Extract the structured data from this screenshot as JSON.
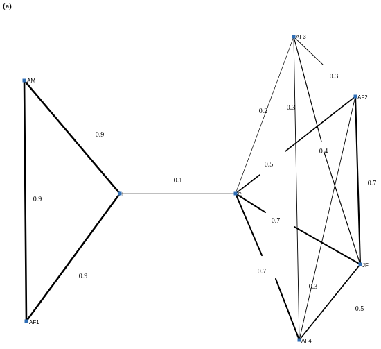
{
  "panel_label": "(a)",
  "node_color": "#2e6db4",
  "nodes": [
    {
      "id": "AM",
      "label": "AM"
    },
    {
      "id": "AF1",
      "label": "AF1"
    },
    {
      "id": "I",
      "label": "I"
    },
    {
      "id": "C",
      "label": "C"
    },
    {
      "id": "AF3",
      "label": "AF3"
    },
    {
      "id": "AF2",
      "label": "AF2"
    },
    {
      "id": "JF",
      "label": "JF"
    },
    {
      "id": "AF4",
      "label": "AF4"
    }
  ],
  "edges": [
    {
      "from": "AM",
      "to": "I",
      "weight": 0.9
    },
    {
      "from": "AM",
      "to": "AF1",
      "weight": 0.9
    },
    {
      "from": "I",
      "to": "AF1",
      "weight": 0.9
    },
    {
      "from": "I",
      "to": "C",
      "weight": 0.1
    },
    {
      "from": "C",
      "to": "AF3",
      "weight": 0.2
    },
    {
      "from": "C",
      "to": "AF2",
      "weight": 0.5
    },
    {
      "from": "C",
      "to": "JF",
      "weight": 0.7
    },
    {
      "from": "C",
      "to": "AF4",
      "weight": 0.7
    },
    {
      "from": "AF3",
      "to": "AF4",
      "weight": 0.3
    },
    {
      "from": "AF3",
      "to": "JF",
      "weight": 0.4
    },
    {
      "from": "AF3",
      "to": "AF2",
      "weight": 0.3
    },
    {
      "from": "AF2",
      "to": "JF",
      "weight": 0.7
    },
    {
      "from": "AF2",
      "to": "AF4",
      "weight": 0.3
    },
    {
      "from": "JF",
      "to": "AF4",
      "weight": 0.5
    }
  ],
  "weight_labels": [
    "0.9",
    "0.9",
    "0.9",
    "0.1",
    "0.2",
    "0.5",
    "0.7",
    "0.7",
    "0.3",
    "0.4",
    "0.3",
    "0.7",
    "0.3",
    "0.5"
  ]
}
